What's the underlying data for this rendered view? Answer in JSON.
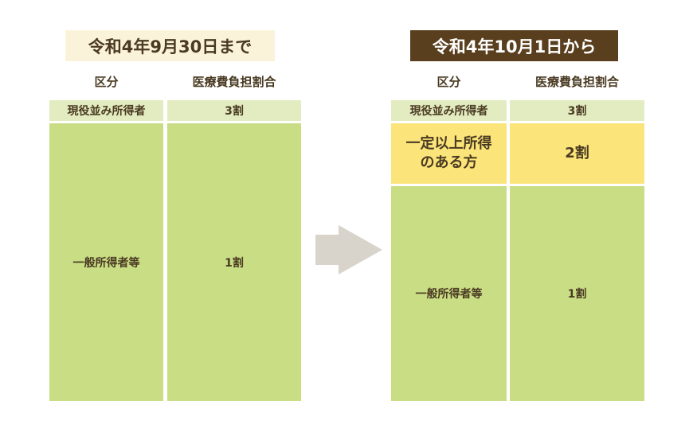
{
  "before": {
    "title": "令和4年9月30日まで",
    "headers": {
      "category": "区分",
      "ratio": "医療費負担割合"
    },
    "rows": [
      {
        "category": "現役並み所得者",
        "ratio": "3割"
      },
      {
        "category": "一般所得者等",
        "ratio": "1割"
      }
    ]
  },
  "after": {
    "title": "令和4年10月1日から",
    "headers": {
      "category": "区分",
      "ratio": "医療費負担割合"
    },
    "rows": [
      {
        "category": "現役並み所得者",
        "ratio": "3割"
      },
      {
        "category": "一定以上所得のある方",
        "category_line1": "一定以上所得",
        "category_line2": "のある方",
        "ratio": "2割"
      },
      {
        "category": "一般所得者等",
        "ratio": "1割"
      }
    ]
  },
  "arrow": {
    "icon": "right-arrow-icon",
    "color": "#d9d4cb"
  },
  "colors": {
    "title_before_bg": "#fbf3d9",
    "title_after_bg": "#5a3f1e",
    "row_high_income_bg": "#e2ecc0",
    "row_general_bg": "#c9dd85",
    "row_certain_income_bg": "#fbe47a",
    "text": "#4a3a22"
  }
}
